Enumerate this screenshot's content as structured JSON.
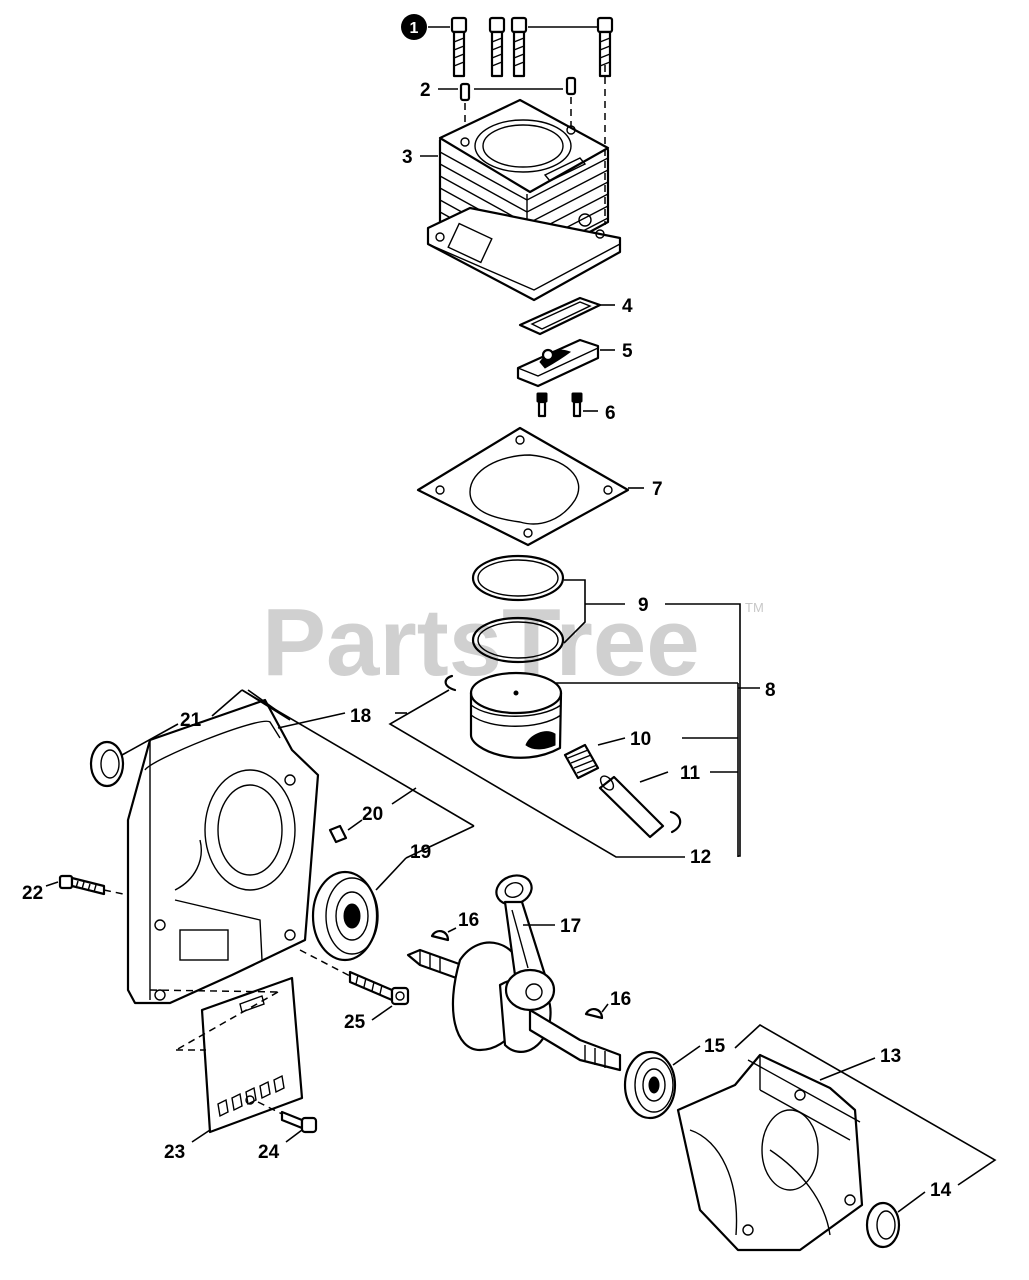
{
  "watermark": {
    "text": "PartsTree",
    "trademark": "TM"
  },
  "callouts": [
    "1",
    "2",
    "3",
    "4",
    "5",
    "6",
    "7",
    "8",
    "9",
    "10",
    "11",
    "12",
    "13",
    "14",
    "15",
    "16",
    "16",
    "17",
    "18",
    "19",
    "20",
    "21",
    "22",
    "23",
    "24",
    "25"
  ]
}
